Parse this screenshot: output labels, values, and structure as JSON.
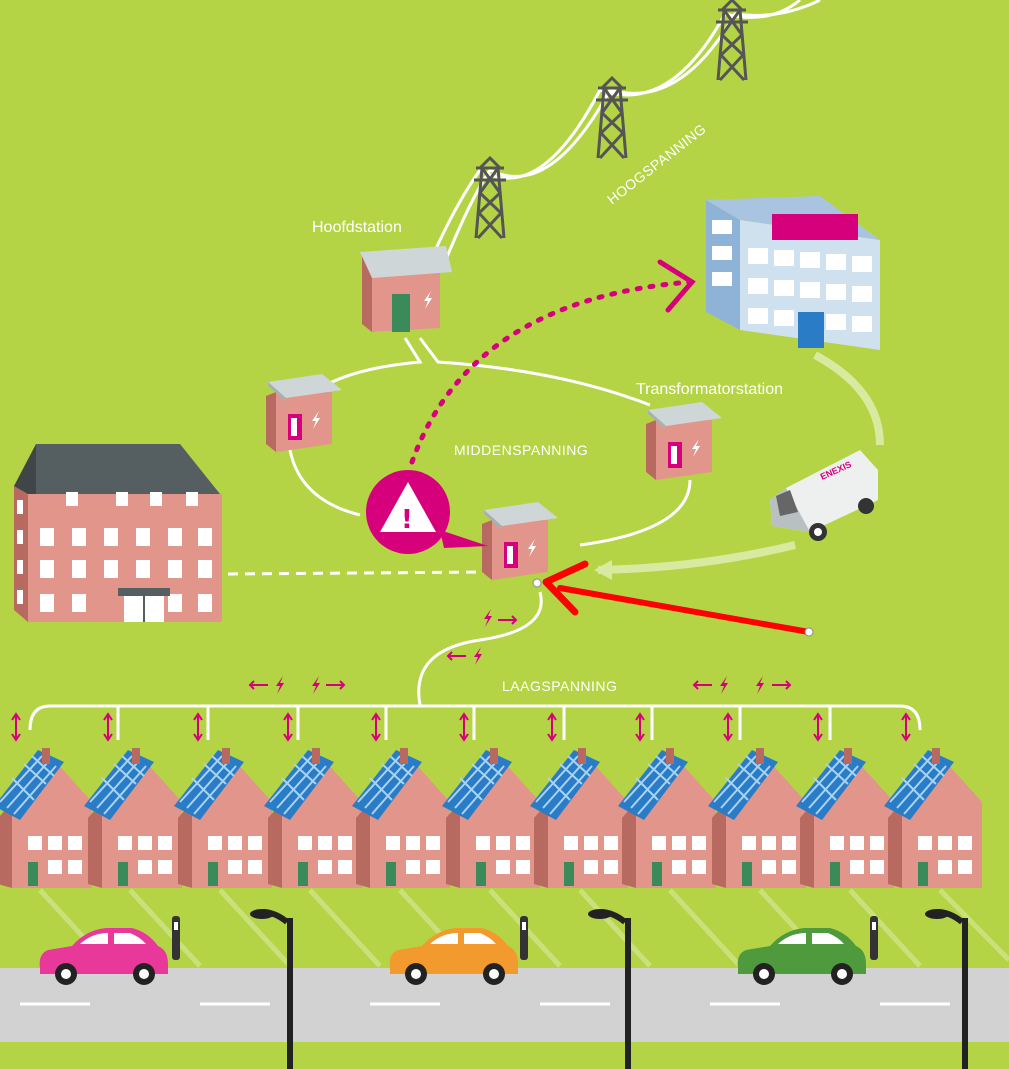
{
  "labels": {
    "hoogspanning": "HOOGSPANNING",
    "hoofdstation": "Hoofdstation",
    "transformatorstation": "Transformatorstation",
    "middenspanning": "MIDDENSPANNING",
    "laagspanning": "LAAGSPANNING",
    "van_brand": "ENEXIS",
    "warning_symbol": "!"
  },
  "colors": {
    "background": "#b5d445",
    "accent": "#d6007d",
    "annotation_arrow": "#ff0000",
    "house_wall": "#e2958a",
    "solar_panel": "#2b7cc7",
    "road": "#d2d2d2"
  },
  "cars": [
    {
      "color": "#e8399a"
    },
    {
      "color": "#f29a2e"
    },
    {
      "color": "#4f9a3c"
    }
  ],
  "houses": {
    "count": 11
  },
  "pylons": {
    "count": 3
  },
  "street_lamps": {
    "count": 3
  },
  "icons": {
    "warning": "warning-icon",
    "lightning": "lightning-icon",
    "battery": "battery-icon",
    "arrow": "red-arrow-icon"
  }
}
